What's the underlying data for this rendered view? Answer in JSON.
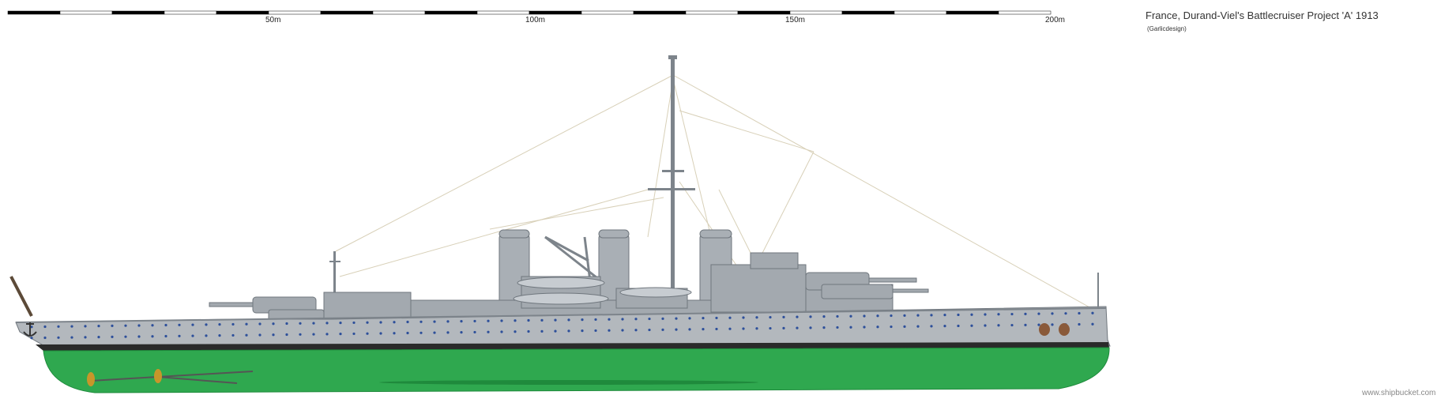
{
  "title": "France, Durand-Viel's Battlecruiser Project 'A' 1913",
  "credit": "(Garlicdesign)",
  "watermark": "www.shipbucket.com",
  "scale_bar": {
    "labels": [
      "50m",
      "100m",
      "150m",
      "200m"
    ],
    "max_m": 200,
    "segment_m": 10
  },
  "colors": {
    "hull_grey": "#b3b8bd",
    "deck_grey": "#9ea4aa",
    "waterline_black": "#2a2a2a",
    "underwater_green": "#2fa84f",
    "green_dark": "#1f8a3c",
    "porthole_blue": "#2d4f9a",
    "rigging": "#d8d0b8",
    "propeller_gold": "#c8962a",
    "crest_brown": "#8a5a3a"
  },
  "icons": [
    "anchor-icon",
    "propeller-icon",
    "crest-icon"
  ]
}
